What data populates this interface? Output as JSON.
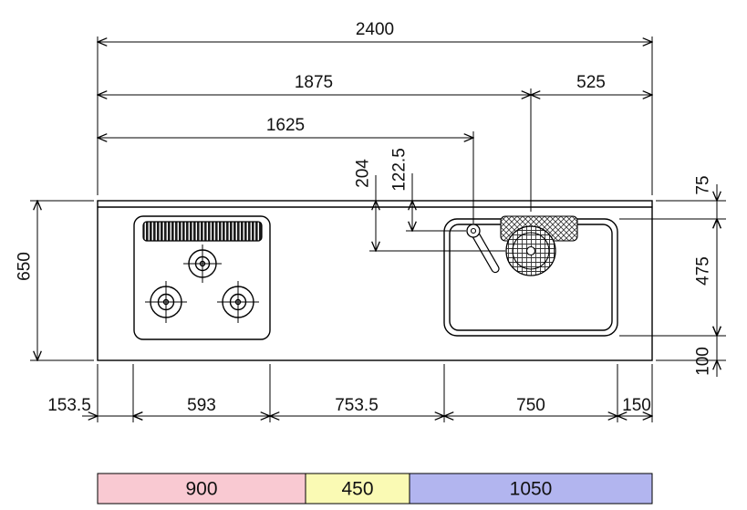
{
  "title": "kitchen-counter-dimension-plan",
  "dims": {
    "overall_width": "2400",
    "left_to_drain_center": "1875",
    "drain_center_to_right": "525",
    "left_to_faucet_center": "1625",
    "back_to_drain_center": "204",
    "back_to_faucet_center": "122.5",
    "overall_depth": "650",
    "back_edge_to_sink": "75",
    "sink_depth": "475",
    "sink_to_front_edge": "100",
    "left_edge_to_cooktop": "153.5",
    "cooktop_width": "593",
    "cooktop_to_sink_gap": "753.5",
    "sink_width": "750",
    "sink_to_right_edge": "150"
  },
  "legend": {
    "segments": [
      {
        "label": "900",
        "color": "#f9c9d2"
      },
      {
        "label": "450",
        "color": "#fafab4"
      },
      {
        "label": "1050",
        "color": "#b2b5ef"
      }
    ]
  },
  "colors": {
    "line": "#000000",
    "background": "#ffffff"
  }
}
